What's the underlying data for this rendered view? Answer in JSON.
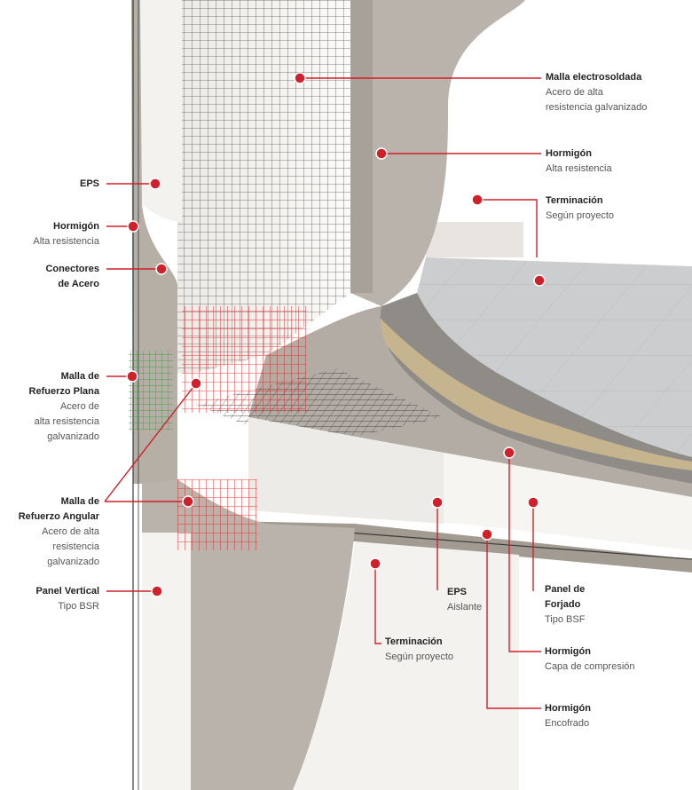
{
  "labels": {
    "malla_electrosoldada": {
      "title": "Malla electrosoldada",
      "sub1": "Acero de alta",
      "sub2": "resistencia galvanizado"
    },
    "hormigon_top": {
      "title": "Hormigón",
      "sub1": "Alta resistencia"
    },
    "terminacion_top": {
      "title": "Terminación",
      "sub1": "Según proyecto"
    },
    "eps_left": {
      "title": "EPS"
    },
    "hormigon_left": {
      "title": "Hormigón",
      "sub1": "Alta resistencia"
    },
    "conectores": {
      "title1": "Conectores",
      "title2": "de Acero"
    },
    "malla_plana": {
      "title1": "Malla de",
      "title2": "Refuerzo Plana",
      "sub1": "Acero de",
      "sub2": "alta resistencia",
      "sub3": "galvanizado"
    },
    "malla_angular": {
      "title1": "Malla de",
      "title2": "Refuerzo Angular",
      "sub1": "Acero de alta",
      "sub2": "resistencia",
      "sub3": "galvanizado"
    },
    "panel_vertical": {
      "title": "Panel Vertical",
      "sub1": "Tipo BSR"
    },
    "terminacion_bottom": {
      "title": "Terminación",
      "sub1": "Según proyecto"
    },
    "eps_bottom": {
      "title": "EPS",
      "sub1": "Aislante"
    },
    "panel_forjado": {
      "title1": "Panel de",
      "title2": "Forjado",
      "sub1": "Tipo BSF"
    },
    "hormigon_compresion": {
      "title": "Hormigón",
      "sub1": "Capa de compresión"
    },
    "hormigon_encofrado": {
      "title": "Hormigón",
      "sub1": "Encofrado"
    }
  },
  "colors": {
    "accent_red": "#d0202a",
    "concrete": "#b9b3ab",
    "concrete_dark": "#9d968d",
    "eps": "#f4f3f1",
    "tile": "#c9cbcc",
    "mesh": "#3a3a3a",
    "rebar": "#e02424",
    "green_mesh": "#3c9a3c"
  }
}
